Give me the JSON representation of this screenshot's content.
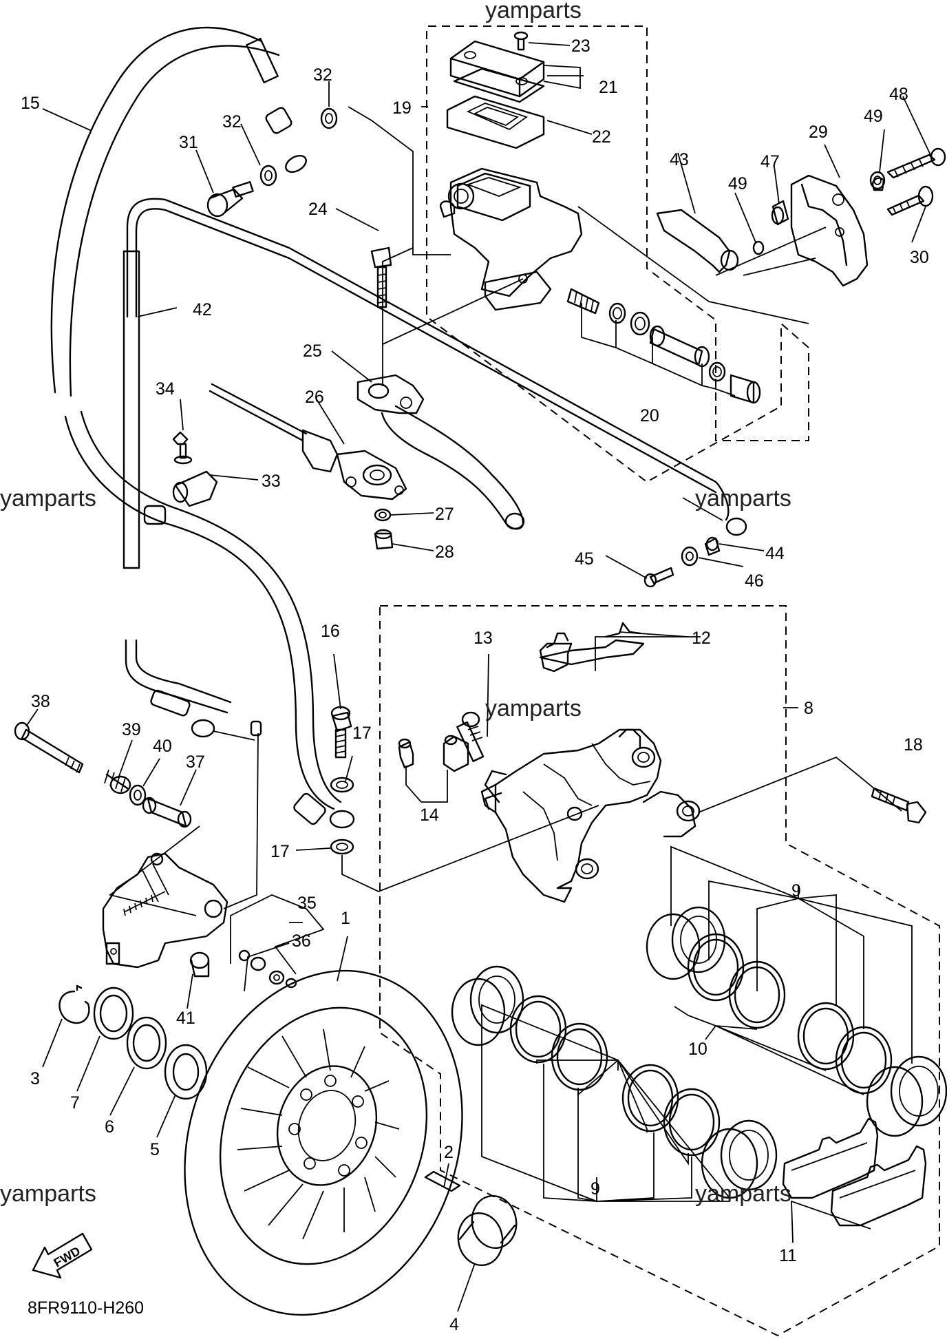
{
  "watermarks": [
    "yamparts",
    "yamparts",
    "yamparts",
    "yamparts",
    "yamparts",
    "yamparts"
  ],
  "diagram_code": "8FR9110-H260",
  "fwd_label": "FWD",
  "callouts": {
    "c1": "1",
    "c2": "2",
    "c3": "3",
    "c4": "4",
    "c5": "5",
    "c6": "6",
    "c7": "7",
    "c8": "8",
    "c9a": "9",
    "c9b": "9",
    "c10": "10",
    "c11": "11",
    "c12": "12",
    "c13": "13",
    "c14": "14",
    "c15": "15",
    "c16": "16",
    "c17a": "17",
    "c17b": "17",
    "c18": "18",
    "c19": "19",
    "c20": "20",
    "c21": "21",
    "c22": "22",
    "c23": "23",
    "c24": "24",
    "c25": "25",
    "c26": "26",
    "c27": "27",
    "c28": "28",
    "c29": "29",
    "c30": "30",
    "c31": "31",
    "c32a": "32",
    "c32b": "32",
    "c33": "33",
    "c34": "34",
    "c35": "35",
    "c36": "36",
    "c37": "37",
    "c38": "38",
    "c39": "39",
    "c40": "40",
    "c41": "41",
    "c42": "42",
    "c43": "43",
    "c44": "44",
    "c45": "45",
    "c46": "46",
    "c47": "47",
    "c48": "48",
    "c49a": "49",
    "c49b": "49"
  },
  "icons": {
    "fwd_arrow": "fwd-arrow-icon"
  }
}
